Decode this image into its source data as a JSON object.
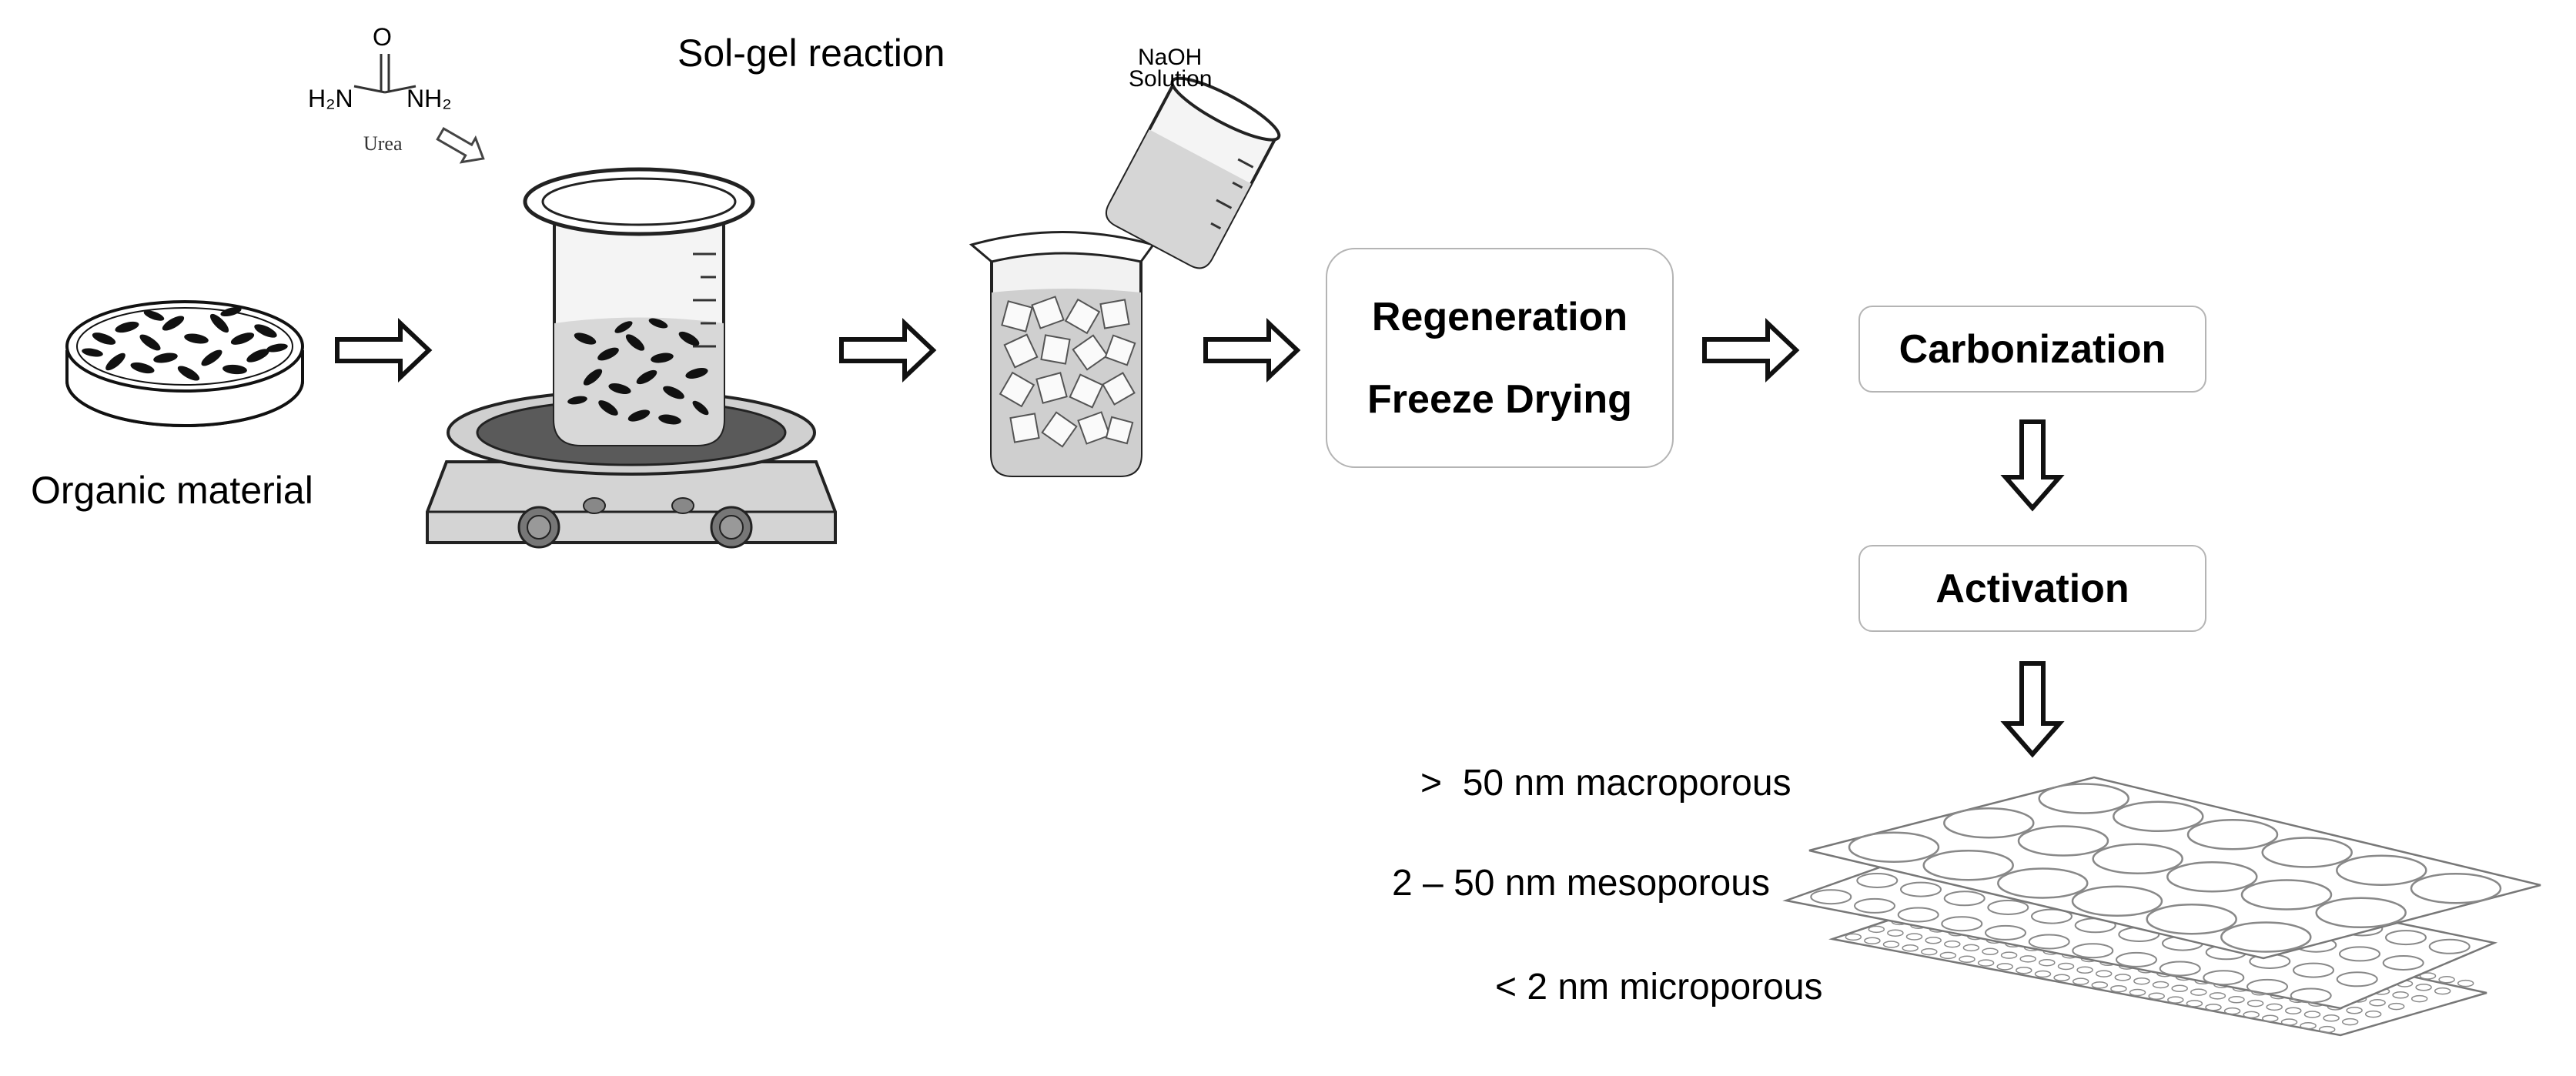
{
  "labels": {
    "organic_material": "Organic material",
    "sol_gel": "Sol-gel reaction",
    "urea": "Urea",
    "naoh_line1": "NaOH",
    "naoh_line2": "Solution",
    "urea_h2n": "H₂N",
    "urea_nh2": "NH₂",
    "urea_o": "O"
  },
  "steps": {
    "regeneration": "Regeneration",
    "freeze_drying": "Freeze Drying",
    "carbonization": "Carbonization",
    "activation": "Activation"
  },
  "pores": {
    "macro": ">  50 nm macroporous",
    "meso": "2 – 50 nm mesoporous",
    "micro": "< 2 nm microporous"
  },
  "icons": [
    "petri-dish-icon",
    "beaker-icon",
    "hot-plate-icon",
    "naoh-beaker-icon",
    "urea-structure-icon",
    "process-arrow-icon",
    "pore-layers-icon"
  ]
}
